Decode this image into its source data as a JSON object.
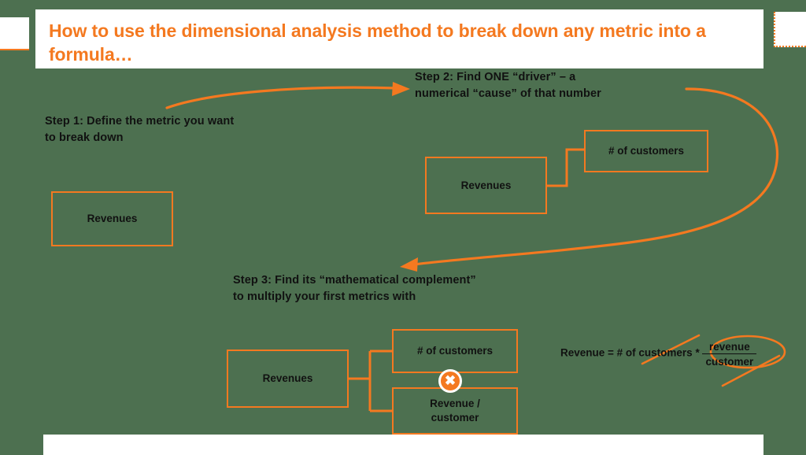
{
  "slide": {
    "background_color": "#4d7050",
    "accent_color": "#f47920",
    "text_color": "#111111",
    "panel_color": "#ffffff"
  },
  "header": {
    "title": "How to use the dimensional analysis method to break down any metric into a formula…"
  },
  "steps": {
    "step1": {
      "label": "Step 1: Define the metric you want\nto break down",
      "boxes": {
        "revenues": "Revenues"
      }
    },
    "step2": {
      "label": "Step 2: Find ONE “driver” – a\nnumerical “cause” of that number",
      "boxes": {
        "revenues": "Revenues",
        "customers": "# of customers"
      }
    },
    "step3": {
      "label": "Step 3: Find its “mathematical complement”\nto multiply your first metrics with",
      "boxes": {
        "revenues": "Revenues",
        "customers": "# of customers",
        "revenue_per_customer": "Revenue /\ncustomer"
      },
      "operator": {
        "symbol": "✖",
        "name": "multiply"
      },
      "formula": {
        "lead": "Revenue = # of customers * ",
        "numerator": "revenue",
        "denominator": "customer"
      }
    }
  },
  "annotations": {
    "arrow_step1_to_step2": "curved-arrow-right",
    "arrow_step2_to_step3": "curved-arrow-loop-down-left",
    "circle_highlight": "ellipse-around-revenue",
    "strike_lines": "two-diagonal-strikethroughs"
  }
}
